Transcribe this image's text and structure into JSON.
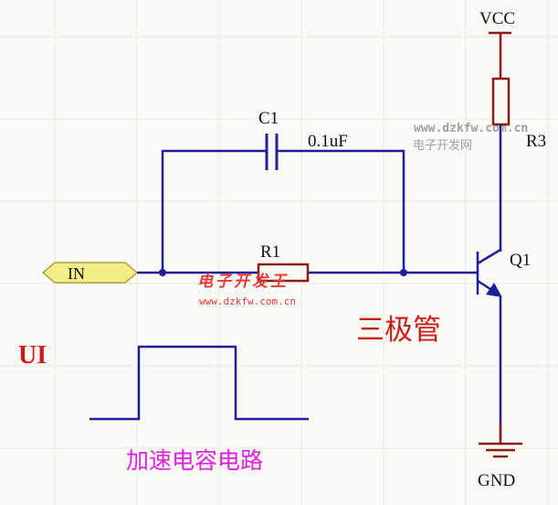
{
  "labels": {
    "vcc": "VCC",
    "gnd": "GND",
    "r3": "R3",
    "c1": "C1",
    "c1_value": "0.1uF",
    "r1": "R1",
    "q1": "Q1",
    "input_port": "IN",
    "transistor_cn": "三极管",
    "ui": "UI",
    "circuit_title_cn": "加速电容电路"
  },
  "watermarks": {
    "url_top": "www.dzkfw.com.cn",
    "name_top": "电子开发网",
    "logo_text": "电子开发王",
    "url_bottom": "www.dzkfw.com.cn"
  },
  "colors": {
    "wire": "#1f1f9c",
    "rail": "#8b1a1a",
    "label_red": "#cc1b1b",
    "label_magenta": "#e020e0",
    "port_fill": "#f3ef88",
    "port_stroke": "#a8a34a",
    "watermark": "#9a9a9a",
    "logo_red": "#e23a3a"
  },
  "icons": {
    "vcc": "power-rail-symbol",
    "gnd": "ground-symbol",
    "q1": "npn-transistor-symbol",
    "c1": "capacitor-symbol",
    "r1": "resistor-symbol",
    "r3": "resistor-symbol",
    "in": "input-port-symbol"
  }
}
